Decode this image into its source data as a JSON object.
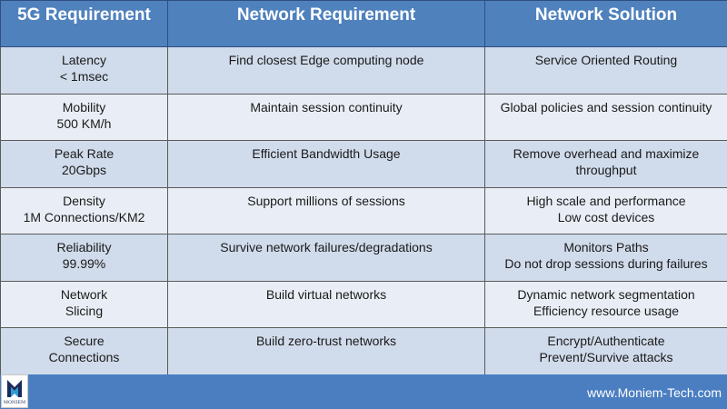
{
  "table": {
    "headers": [
      "5G Requirement",
      "Network Requirement",
      "Network Solution"
    ],
    "rows": [
      {
        "req": [
          "Latency",
          "< 1msec"
        ],
        "need": [
          "Find closest Edge computing node"
        ],
        "solution": [
          "Service Oriented Routing"
        ]
      },
      {
        "req": [
          "Mobility",
          "500 KM/h"
        ],
        "need": [
          "Maintain session continuity"
        ],
        "solution": [
          "Global policies and session continuity"
        ]
      },
      {
        "req": [
          "Peak Rate",
          "20Gbps"
        ],
        "need": [
          "Efficient Bandwidth Usage"
        ],
        "solution": [
          "Remove overhead and maximize",
          "throughput"
        ]
      },
      {
        "req": [
          "Density",
          "1M Connections/KM2"
        ],
        "need": [
          "Support millions of sessions"
        ],
        "solution": [
          "High scale and performance",
          "Low cost devices"
        ]
      },
      {
        "req": [
          "Reliability",
          "99.99%"
        ],
        "need": [
          "Survive network failures/degradations"
        ],
        "solution": [
          "Monitors Paths",
          "Do not drop sessions during failures"
        ]
      },
      {
        "req": [
          "Network",
          "Slicing"
        ],
        "need": [
          "Build virtual networks"
        ],
        "solution": [
          "Dynamic network segmentation",
          "Efficiency resource usage"
        ]
      },
      {
        "req": [
          "Secure",
          "Connections"
        ],
        "need": [
          "Build zero-trust networks"
        ],
        "solution": [
          "Encrypt/Authenticate",
          "Prevent/Survive attacks"
        ]
      }
    ]
  },
  "footer": {
    "logo_text": "MONIEM",
    "website": "www.Moniem-Tech.com"
  },
  "colors": {
    "header_bg": "#4f81bd",
    "row_odd_bg": "#d0dbeb",
    "row_even_bg": "#e9eef6",
    "footer_bg": "#4a7ec1"
  }
}
